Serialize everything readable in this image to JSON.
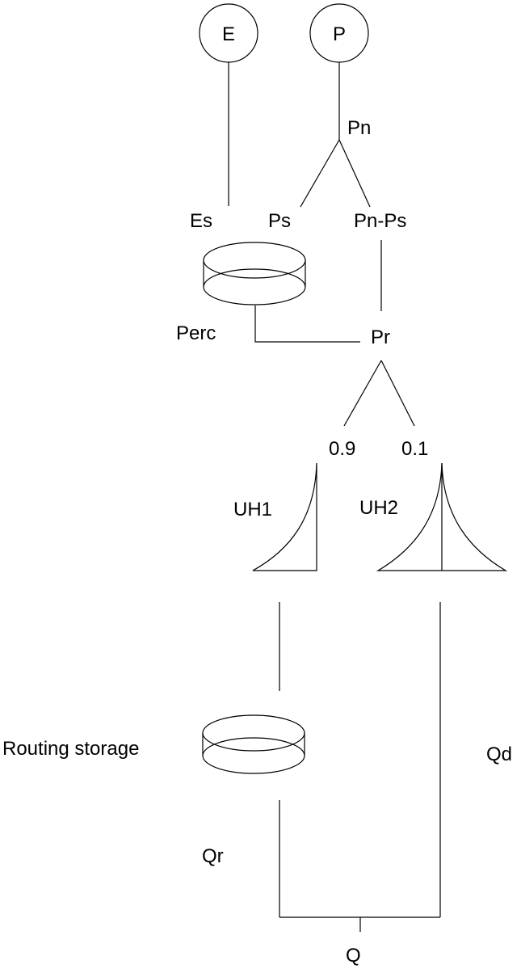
{
  "labels": {
    "E": "E",
    "P": "P",
    "Pn": "Pn",
    "Es": "Es",
    "Ps": "Ps",
    "PnPs": "Pn-Ps",
    "Perc": "Perc",
    "Pr": "Pr",
    "split_uh1": "0.9",
    "split_uh2": "0.1",
    "UH1": "UH1",
    "UH2": "UH2",
    "routing_storage": "Routing storage",
    "Qd": "Qd",
    "Qr": "Qr",
    "Q": "Q"
  }
}
